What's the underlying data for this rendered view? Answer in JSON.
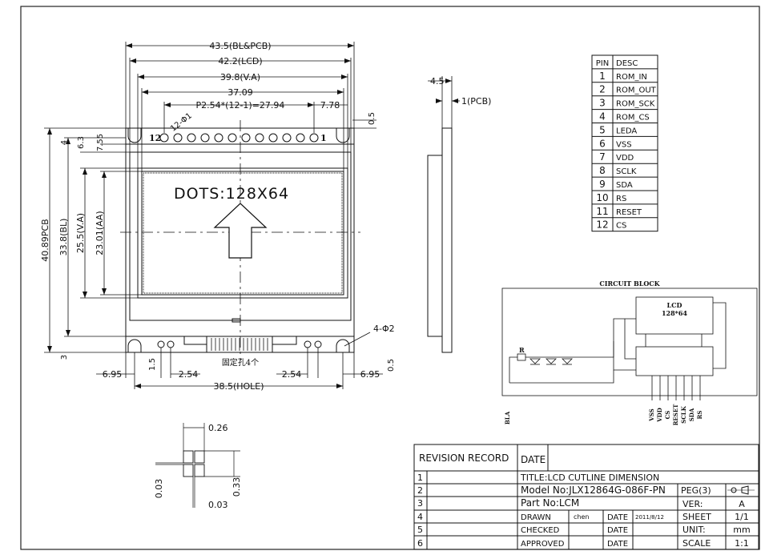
{
  "front_view": {
    "dims": {
      "bl_pcb": "43.5(BL&PCB)",
      "lcd": "42.2(LCD)",
      "va": "39.8(V.A)",
      "aa": "37.09",
      "pitch": "P2.54*(12-1)=27.94",
      "pin_offset": "7.78",
      "top_gap": "0.5",
      "pin_hole": "12-Φ1",
      "pin_first": "12",
      "pin_last": "1",
      "pcb_h": "40.89PCB",
      "bl_h": "33.8(BL)",
      "va_h": "25.5(V.A)",
      "aa_h": "23.01(AA)",
      "top4": "4",
      "top63": "6.3",
      "top755": "7.55",
      "bottom3": "3",
      "side695_l": "6.95",
      "side695_r": "6.95",
      "d15": "1.5",
      "d254_l": "2.54",
      "d254_r": "2.54",
      "d05b": "0.5",
      "hole_span": "38.5(HOLE)",
      "mount_holes": "4-Φ2",
      "fix_holes": "固定孔4个",
      "screen_text": "DOTS:128X64"
    }
  },
  "side_view": {
    "thickness": "4.5",
    "pcb": "1(PCB)"
  },
  "pixel_detail": {
    "d026": "0.26",
    "d003a": "0.03",
    "d033": "0.33",
    "d003b": "0.03"
  },
  "pin_table": {
    "header": [
      "PIN",
      "DESC"
    ],
    "rows": [
      [
        "1",
        "ROM_IN"
      ],
      [
        "2",
        "ROM_OUT"
      ],
      [
        "3",
        "ROM_SCK"
      ],
      [
        "4",
        "ROM_CS"
      ],
      [
        "5",
        "LEDA"
      ],
      [
        "6",
        "VSS"
      ],
      [
        "7",
        "VDD"
      ],
      [
        "8",
        "SCLK"
      ],
      [
        "9",
        "SDA"
      ],
      [
        "10",
        "RS"
      ],
      [
        "11",
        "RESET"
      ],
      [
        "12",
        "CS"
      ]
    ]
  },
  "circuit": {
    "title": "CIRCUIT BLOCK",
    "lcd_line1": "LCD",
    "lcd_line2": "128*64",
    "resistor": "R",
    "bla": "BLA",
    "pins": [
      "VSS",
      "VDD",
      "CS",
      "RESET",
      "SCLK",
      "SDA",
      "RS"
    ]
  },
  "title_block": {
    "revision_record": "REVISION RECORD",
    "date": "DATE",
    "rows": [
      "1",
      "2",
      "3",
      "4",
      "5",
      "6"
    ],
    "title": "TITLE:LCD CUTLINE DIMENSION",
    "model": "Model No:JLX12864G-086F-PN",
    "part": "Part No:LCM",
    "drawn": "DRAWN",
    "drawn_by": "chen",
    "date_label": "DATE",
    "drawn_date": "2011/8/12",
    "checked": "CHECKED",
    "approved": "APPROVED",
    "peg": "PEG(3)",
    "ver_label": "VER:",
    "ver": "A",
    "sheet_label": "SHEET",
    "sheet": "1/1",
    "unit_label": "UNIT:",
    "unit": "mm",
    "scale_label": "SCALE",
    "scale": "1:1"
  }
}
